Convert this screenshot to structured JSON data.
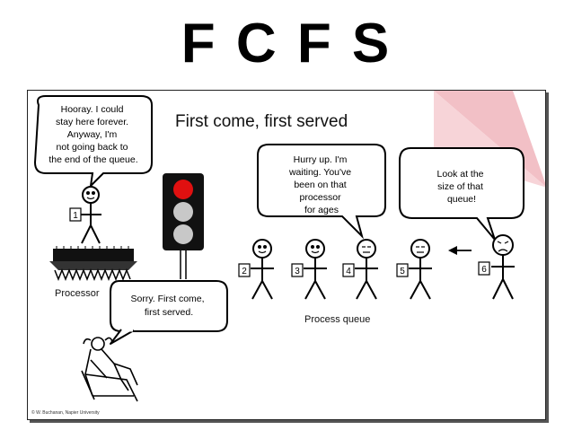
{
  "slide_title": "F C F S",
  "panel_title": "First come, first served",
  "bubbles": {
    "processor_user": [
      "Hooray. I could",
      "stay here forever.",
      "Anyway, I'm",
      "not going back to",
      "the end of the queue."
    ],
    "hurry": [
      "Hurry up. I'm",
      "waiting. You've",
      "been on that",
      "processor",
      "for ages"
    ],
    "look": [
      "Look at the",
      "size of that",
      "queue!"
    ],
    "sorry": [
      "Sorry. First come,",
      "first served."
    ]
  },
  "labels": {
    "processor": "Processor",
    "process_queue": "Process queue",
    "copyright": "© W. Buchanan, Napier University"
  },
  "process_numbers": [
    "1",
    "2",
    "3",
    "4",
    "5",
    "6"
  ],
  "colors": {
    "traffic_red": "#e01010",
    "traffic_off": "#c8c8c8",
    "triangle": "#f2c0c6"
  }
}
